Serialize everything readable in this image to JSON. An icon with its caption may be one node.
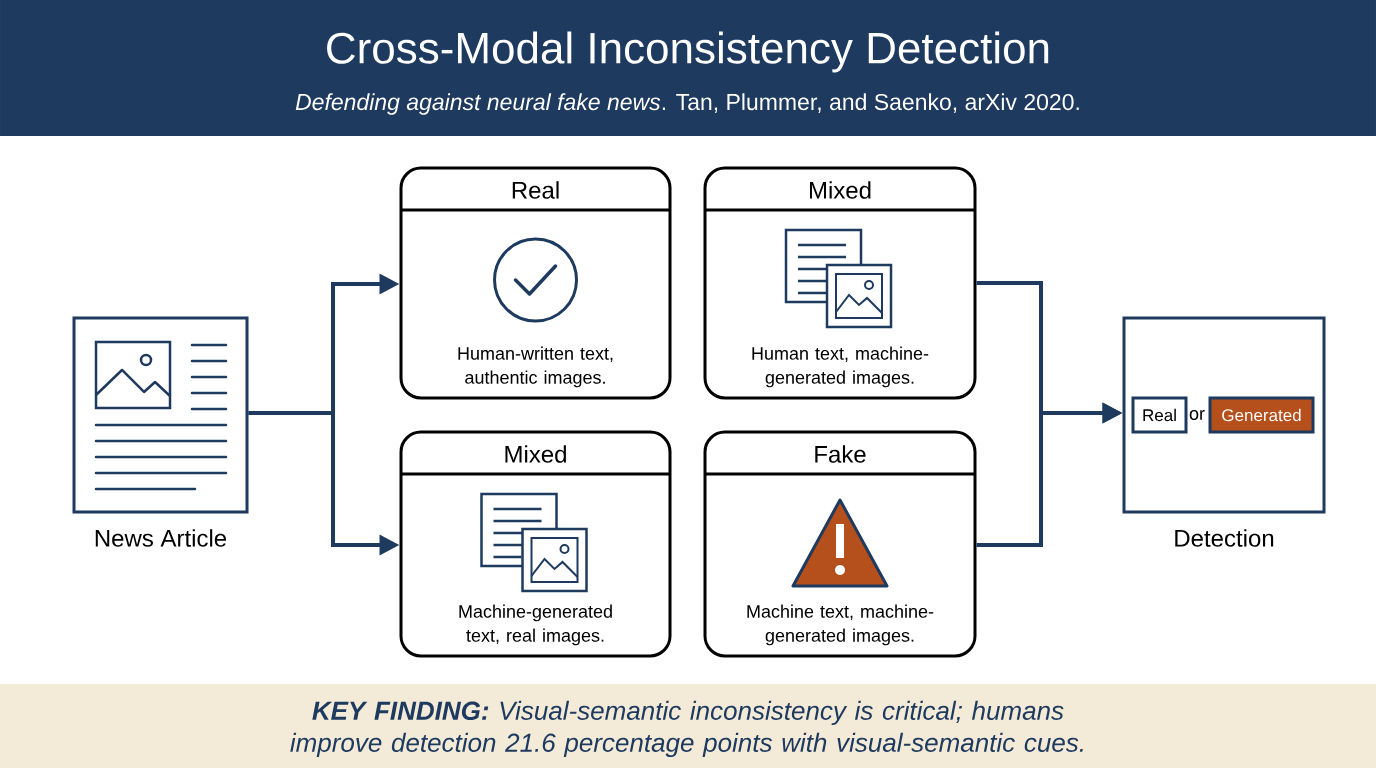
{
  "diagram": {
    "title": "Cross-Modal Inconsistency Detection",
    "caption": "**KEY FINDING:** Visual-semantic inconsistency is critical; humans improve detection 21.6 percentage points with visual-semantic cues.",
    "nodes": [
      {
        "text": [
          "News Article"
        ]
      },
      {
        "text": [
          "Real",
          "Human-written text, authentic images."
        ]
      },
      {
        "text": [
          "Mixed",
          "Human text, machine-generated images."
        ]
      },
      {
        "text": [
          "Mixed",
          "Machine-generated text, real images."
        ]
      },
      {
        "text": [
          "Fake",
          "Machine text, machine-generated images."
        ]
      },
      {
        "text": [
          "Detection"
        ]
      },
      {
        "text": [
          "Real"
        ],
        "in": 5
      },
      {
        "text": [
          "Generated"
        ],
        "in": 5
      }
    ],
    "edges": [
      {
        "from": 0,
        "to": 1,
        "arrow": "to"
      },
      {
        "from": 0,
        "to": 3,
        "arrow": "to"
      },
      {
        "from": 2,
        "to": 5,
        "arrow": "to"
      },
      {
        "from": 4,
        "to": 5,
        "arrow": "to"
      }
    ],
    "labels": [
      "*Defending against neural fake news*. Tan, Plummer, and Saenko, arXiv 2020.",
      "or"
    ]
  }
}
